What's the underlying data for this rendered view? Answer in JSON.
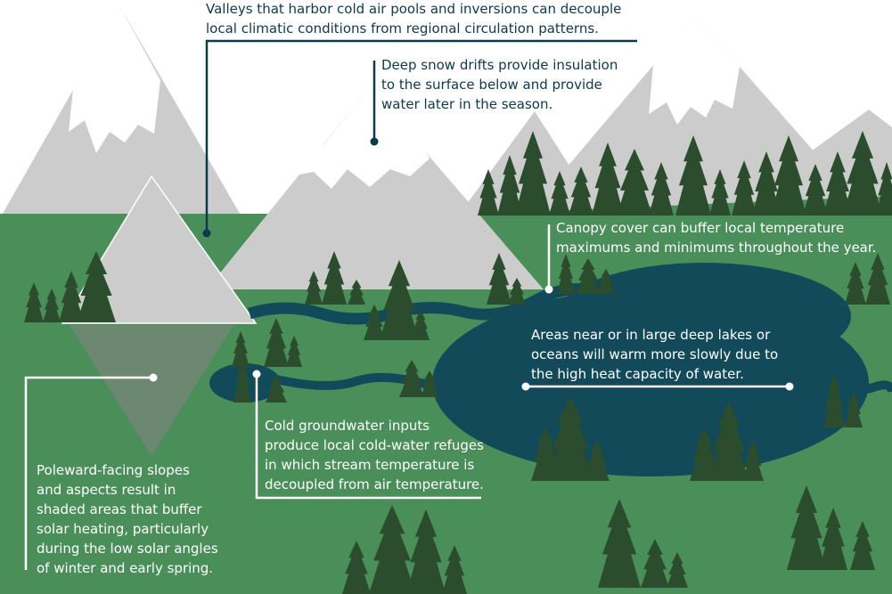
{
  "colors": {
    "sky": "#ffffff",
    "mountain": "#cccccc",
    "snow": "#ffffff",
    "grass": "#4a8f5a",
    "tree": "#2b4d2d",
    "water": "#124a59",
    "shadow": "#7a8578",
    "callout_dark": "#0d3a4a",
    "callout_light": "#ffffff"
  },
  "callouts": {
    "valleys": {
      "lines": [
        "Valleys that harbor cold air pools and inversions can decouple",
        "local climatic conditions from regional circulation patterns."
      ]
    },
    "snow": {
      "lines": [
        "Deep snow drifts provide insulation",
        "to the surface below and provide",
        "water later in the season."
      ]
    },
    "canopy": {
      "lines": [
        "Canopy cover can buffer local temperature",
        "maximums and minimums throughout the year."
      ]
    },
    "lakes": {
      "lines": [
        "Areas near or in large deep lakes or",
        "oceans will warm more slowly due to",
        "the high heat capacity of water."
      ]
    },
    "groundwater": {
      "lines": [
        "Cold groundwater inputs",
        "produce local cold-water refuges",
        "in which stream temperature is",
        "decoupled from air temperature."
      ]
    },
    "slopes": {
      "lines": [
        "Poleward-facing slopes",
        "and aspects result in",
        "shaded areas that buffer",
        "solar heating, particularly",
        "during the low solar angles",
        "of winter and early spring."
      ]
    }
  }
}
